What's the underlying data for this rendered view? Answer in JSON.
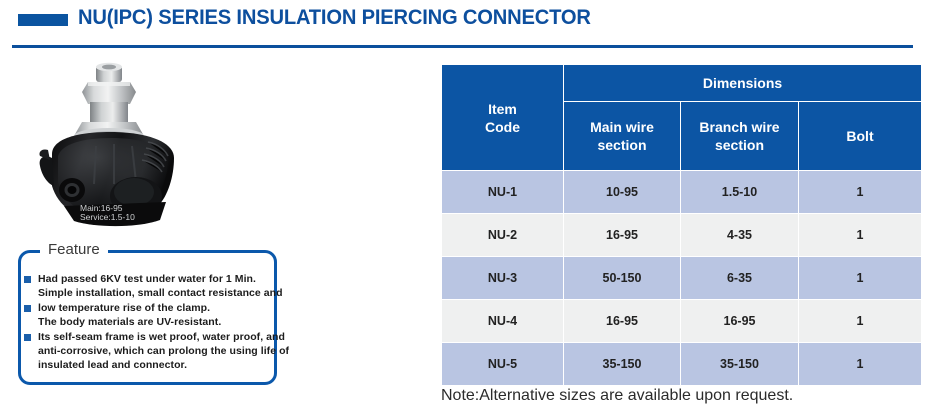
{
  "header": {
    "title": "NU(IPC) SERIES INSULATION PIERCING CONNECTOR",
    "accent_color": "#0b54a0",
    "rule_color": "#0b4f9c"
  },
  "product": {
    "alt": "black insulation piercing connector with aluminum bolt head",
    "label_line1": "Main:16-95",
    "label_line2": "Service:1.5-10",
    "body_color": "#131313",
    "bolt_color": "#b9bcbe"
  },
  "feature": {
    "label": "Feature",
    "border_color": "#0b58ab",
    "bullet_color": "#1b5faa",
    "lines": [
      {
        "bullet": true,
        "text": "Had passed 6KV test under water for 1 Min."
      },
      {
        "bullet": false,
        "text": "Simple installation, small contact resistance and"
      },
      {
        "bullet": true,
        "text": "low temperature rise of the clamp."
      },
      {
        "bullet": false,
        "text": "The body materials are UV-resistant."
      },
      {
        "bullet": true,
        "text": "Its self-seam frame is wet proof, water proof, and"
      },
      {
        "bullet": false,
        "text": "anti-corrosive, which can prolong the using life of"
      },
      {
        "bullet": false,
        "text": "insulated lead and connector."
      }
    ]
  },
  "table": {
    "header_bg": "#0c55a4",
    "row_odd_bg": "#b9c5e2",
    "row_even_bg": "#eff0f0",
    "group_header": "Dimensions",
    "col_item_code": "Item\nCode",
    "col_item_code_line1": "Item",
    "col_item_code_line2": "Code",
    "sub_headers": [
      "Main wire section",
      "Branch wire section",
      "Bolt"
    ],
    "sub_headers_wrapped": [
      {
        "line1": "Main wire",
        "line2": "section"
      },
      {
        "line1": "Branch wire",
        "line2": "section"
      },
      {
        "line1": "Bolt",
        "line2": ""
      }
    ],
    "rows": [
      {
        "item_code": "NU-1",
        "main_wire": "10-95",
        "branch_wire": "1.5-10",
        "bolt": "1"
      },
      {
        "item_code": "NU-2",
        "main_wire": "16-95",
        "branch_wire": "4-35",
        "bolt": "1"
      },
      {
        "item_code": "NU-3",
        "main_wire": "50-150",
        "branch_wire": "6-35",
        "bolt": "1"
      },
      {
        "item_code": "NU-4",
        "main_wire": "16-95",
        "branch_wire": "16-95",
        "bolt": "1"
      },
      {
        "item_code": "NU-5",
        "main_wire": "35-150",
        "branch_wire": "35-150",
        "bolt": "1"
      }
    ],
    "note": "Note:Alternative sizes are available upon request."
  }
}
